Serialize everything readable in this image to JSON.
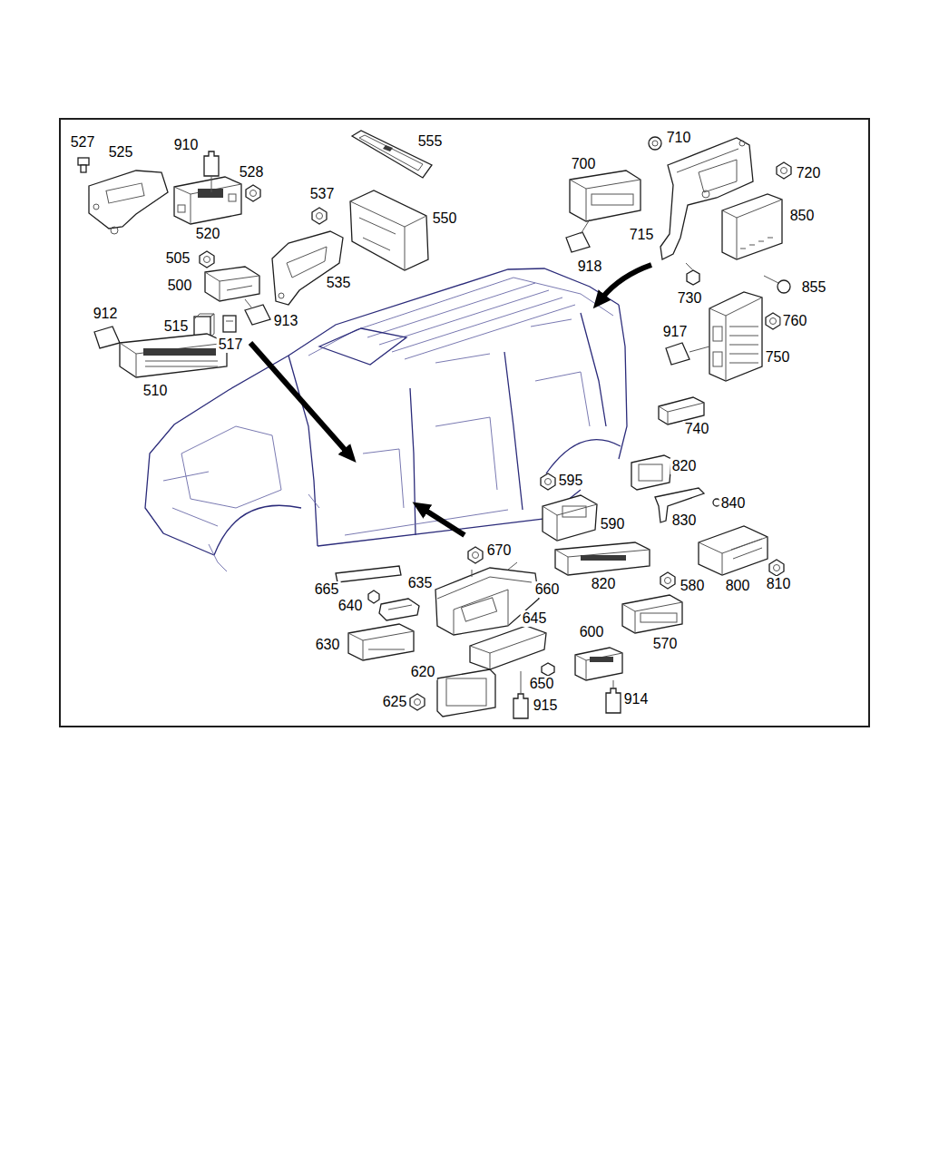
{
  "diagram": {
    "labels": [
      "527",
      "525",
      "910",
      "555",
      "710",
      "720",
      "700",
      "528",
      "537",
      "550",
      "850",
      "520",
      "715",
      "505",
      "918",
      "500",
      "535",
      "730",
      "855",
      "912",
      "913",
      "917",
      "760",
      "515",
      "517",
      "750",
      "510",
      "740",
      "820",
      "595",
      "840",
      "830",
      "590",
      "670",
      "665",
      "635",
      "640",
      "660",
      "820",
      "580",
      "800",
      "810",
      "645",
      "600",
      "570",
      "630",
      "620",
      "650",
      "625",
      "915",
      "914"
    ]
  }
}
